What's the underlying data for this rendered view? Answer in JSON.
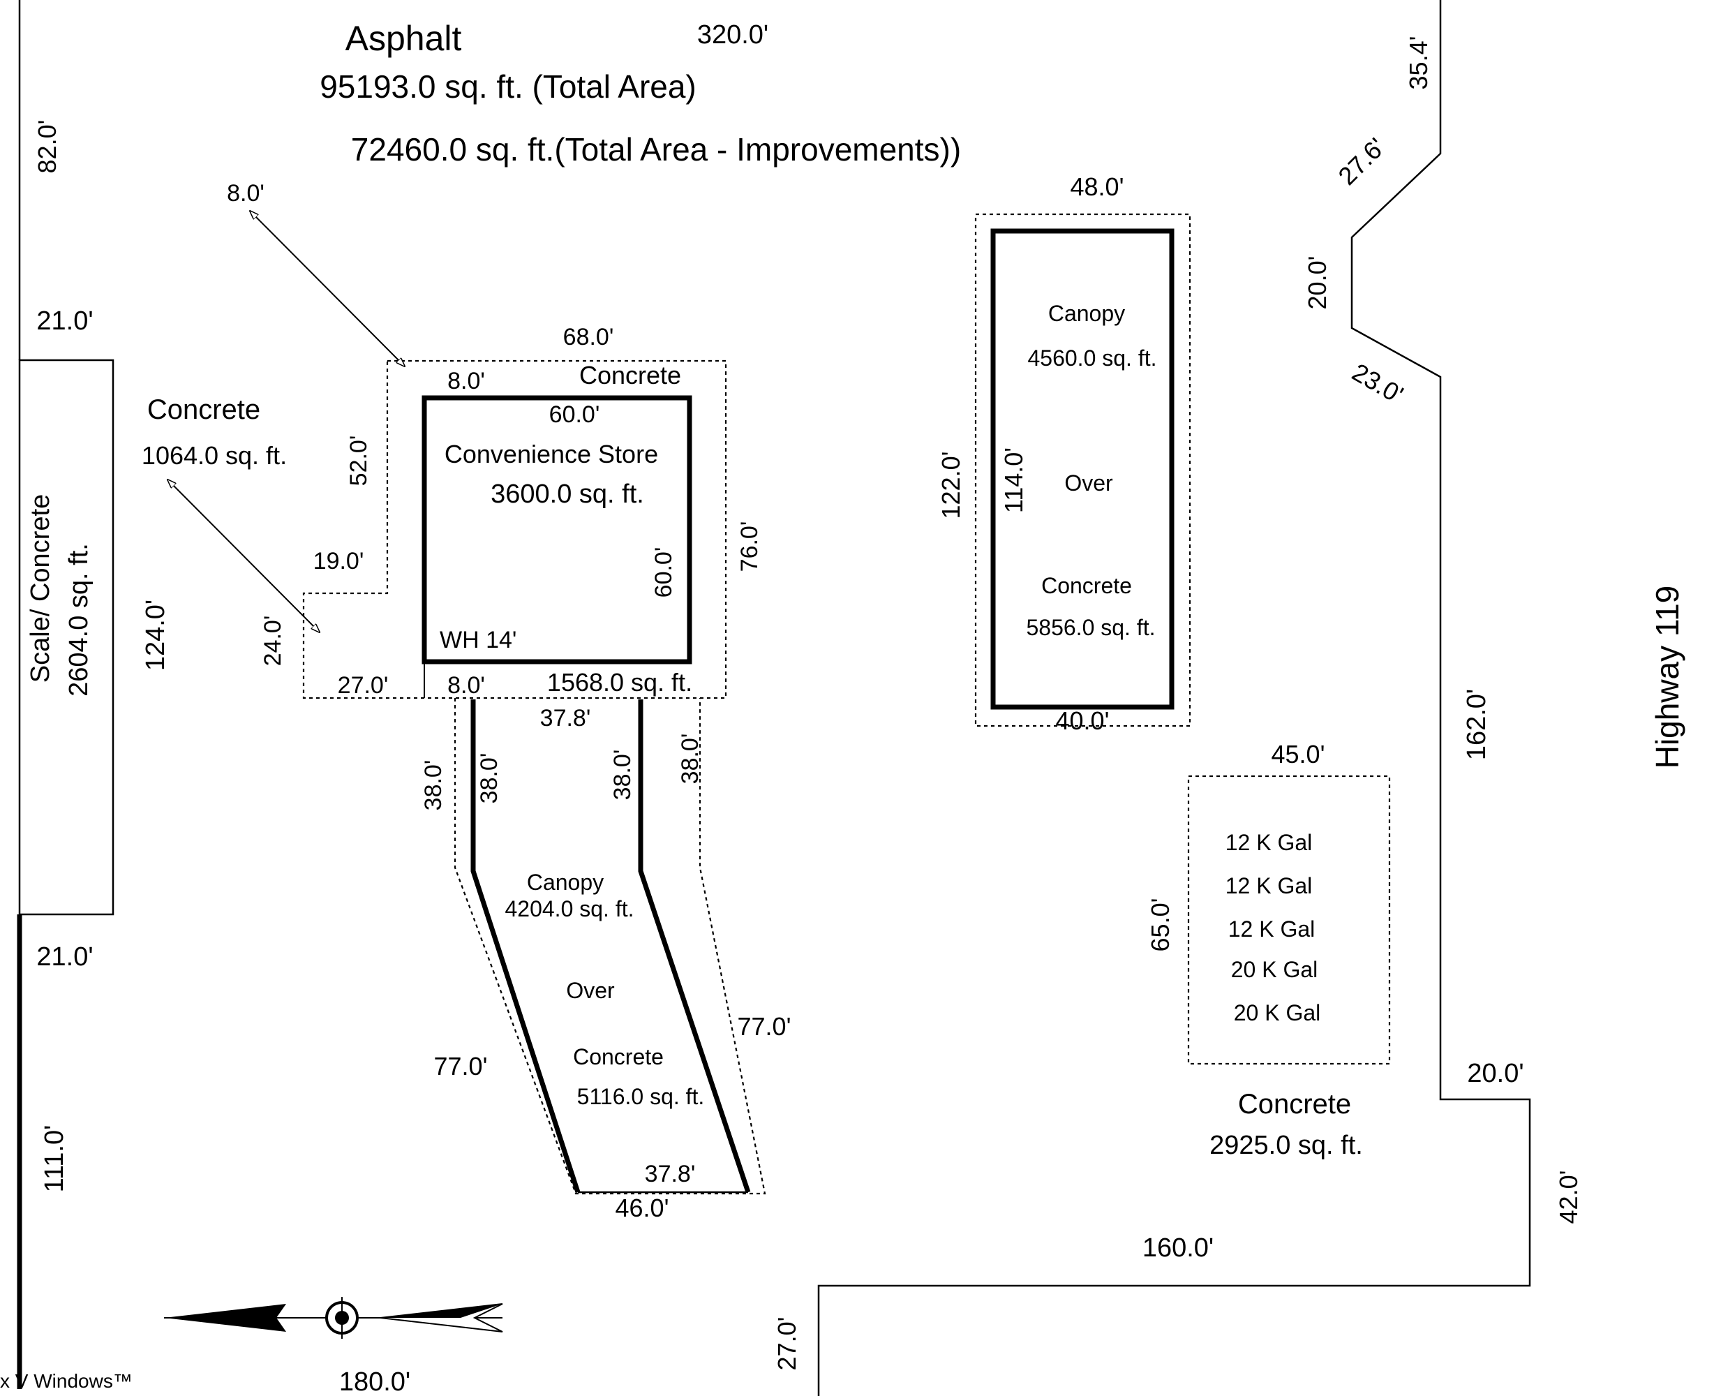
{
  "title": {
    "material": "Asphalt",
    "total_area": "95193.0 sq. ft. (Total Area)",
    "area_minus_improvements": "72460.0 sq. ft.(Total Area - Improvements))"
  },
  "road_label": "Highway 119",
  "watermark": "x V Windows™",
  "colors": {
    "ink": "#000000",
    "background": "#ffffff"
  },
  "icons": [
    "north-arrow-icon"
  ],
  "dimensions": {
    "top": "320.0'",
    "left_top": "82.0'",
    "left_21_upper": "21.0'",
    "left_124": "124.0'",
    "left_21_lower": "21.0'",
    "left_111": "111.0'",
    "bottom": "180.0'",
    "bottom_27": "27.0'",
    "bottom_160": "160.0'",
    "right_42": "42.0'",
    "right_20": "20.0'",
    "right_162": "162.0'",
    "right_23": "23.0'",
    "right_20b": "20.0'",
    "right_27_6": "27.6'",
    "right_35_4": "35.4'",
    "arrow_8": "8.0'"
  },
  "areas": {
    "concrete_small": {
      "label": "Concrete",
      "area": "1064.0 sq. ft."
    },
    "scale_concrete": {
      "label": "Scale/ Concrete",
      "area": "2604.0 sq. ft."
    },
    "store_concrete": {
      "label": "Concrete",
      "area": "1568.0 sq. ft.",
      "dims": {
        "top_68": "68.0'",
        "top_8": "8.0'",
        "left_52": "52.0'",
        "step_19": "19.0'",
        "left_24": "24.0'",
        "bottom_27": "27.0'",
        "bottom_8": "8.0'",
        "right_76": "76.0'"
      }
    },
    "convenience_store": {
      "label": "Convenience Store",
      "area": "3600.0 sq. ft.",
      "wh": "WH 14'",
      "dims": {
        "top": "60.0'",
        "right": "60.0'"
      }
    },
    "canopy_left": {
      "label1": "Canopy",
      "area1": "4204.0 sq. ft.",
      "over": "Over",
      "label2": "Concrete",
      "area2": "5116.0 sq. ft.",
      "dims": {
        "top_37_8": "37.8'",
        "left_38_outer": "38.0'",
        "left_38_inner": "38.0'",
        "right_38_inner": "38.0'",
        "right_38_outer": "38.0'",
        "left_77": "77.0'",
        "right_77": "77.0'",
        "bottom_37_8": "37.8'",
        "bottom_46": "46.0'"
      }
    },
    "canopy_right": {
      "label1": "Canopy",
      "area1": "4560.0 sq. ft.",
      "over": "Over",
      "label2": "Concrete",
      "area2": "5856.0 sq. ft.",
      "dims": {
        "top_48": "48.0'",
        "left_122": "122.0'",
        "left_114": "114.0'",
        "bottom_40": "40.0'"
      }
    },
    "tanks": {
      "items": [
        "12 K Gal",
        "12 K Gal",
        "12 K Gal",
        "20 K Gal",
        "20 K Gal"
      ],
      "label": "Concrete",
      "area": "2925.0 sq. ft.",
      "dims": {
        "top_45": "45.0'",
        "left_65": "65.0'"
      }
    }
  }
}
